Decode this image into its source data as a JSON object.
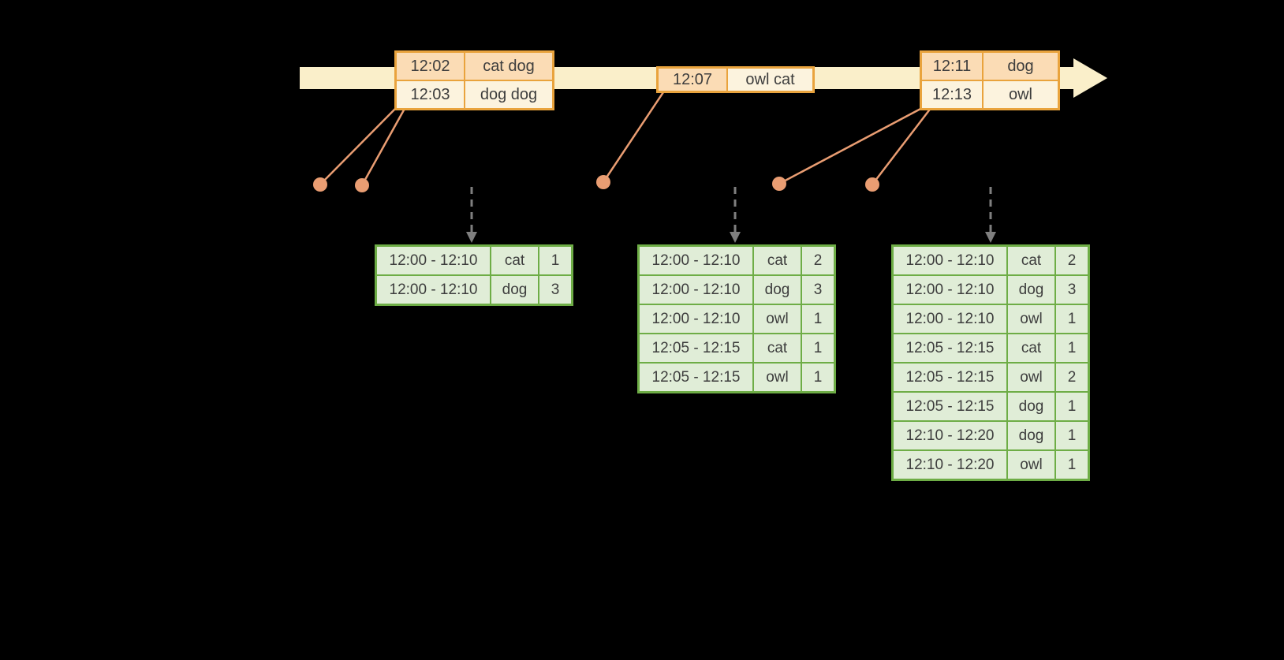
{
  "colors": {
    "background": "#000000",
    "timeline_fill": "#FAEFCA",
    "event_table_border": "#E9A33D",
    "event_row_peach": "#FBDCB5",
    "event_row_cream": "#FCF3DE",
    "connector_salmon": "#E99D72",
    "trigger_arrow_gray": "#7F7F7F",
    "result_table_border": "#6EAD46",
    "result_cell_fill": "#E0EDD7",
    "text": "#3D3D3D"
  },
  "event_tables": [
    {
      "rows": [
        {
          "time": "12:02",
          "words": "cat dog"
        },
        {
          "time": "12:03",
          "words": "dog dog"
        }
      ]
    },
    {
      "rows": [
        {
          "time": "12:07",
          "words": "owl cat"
        }
      ]
    },
    {
      "rows": [
        {
          "time": "12:11",
          "words": "dog"
        },
        {
          "time": "12:13",
          "words": "owl"
        }
      ]
    }
  ],
  "result_tables": [
    {
      "rows": [
        {
          "window": "12:00 - 12:10",
          "word": "cat",
          "count": "1"
        },
        {
          "window": "12:00 - 12:10",
          "word": "dog",
          "count": "3"
        }
      ]
    },
    {
      "rows": [
        {
          "window": "12:00 - 12:10",
          "word": "cat",
          "count": "2"
        },
        {
          "window": "12:00 - 12:10",
          "word": "dog",
          "count": "3"
        },
        {
          "window": "12:00 - 12:10",
          "word": "owl",
          "count": "1"
        },
        {
          "window": "12:05 - 12:15",
          "word": "cat",
          "count": "1"
        },
        {
          "window": "12:05 - 12:15",
          "word": "owl",
          "count": "1"
        }
      ]
    },
    {
      "rows": [
        {
          "window": "12:00 - 12:10",
          "word": "cat",
          "count": "2"
        },
        {
          "window": "12:00 - 12:10",
          "word": "dog",
          "count": "3"
        },
        {
          "window": "12:00 - 12:10",
          "word": "owl",
          "count": "1"
        },
        {
          "window": "12:05 - 12:15",
          "word": "cat",
          "count": "1"
        },
        {
          "window": "12:05 - 12:15",
          "word": "owl",
          "count": "2"
        },
        {
          "window": "12:05 - 12:15",
          "word": "dog",
          "count": "1"
        },
        {
          "window": "12:10 - 12:20",
          "word": "dog",
          "count": "1"
        },
        {
          "window": "12:10 - 12:20",
          "word": "owl",
          "count": "1"
        }
      ]
    }
  ]
}
